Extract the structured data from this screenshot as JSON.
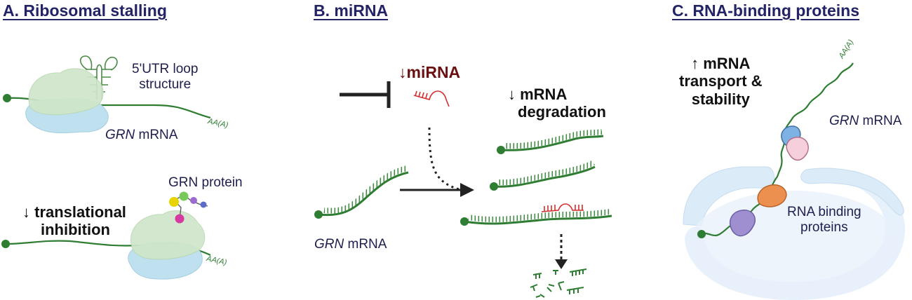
{
  "panels": {
    "a": {
      "title": "A. Ribosomal stalling",
      "loop_label_line1": "5'UTR loop",
      "loop_label_line2": "structure",
      "gene_italic": "GRN",
      "mrna_word": " mRNA",
      "tail": "AA(A)",
      "protein_label": "GRN protein",
      "inhibition_line1": "↓ translational",
      "inhibition_line2": "inhibition",
      "tail2": "AA(A)"
    },
    "b": {
      "title": "B. miRNA",
      "mirna_label": "↓miRNA",
      "degradation_line1": "↓ mRNA",
      "degradation_line2": "degradation",
      "gene_italic": "GRN",
      "mrna_word": " mRNA"
    },
    "c": {
      "title": "C. RNA-binding proteins",
      "transport_line1": "↑ mRNA",
      "transport_line2": "transport &",
      "transport_line3": "stability",
      "gene_italic": "GRN",
      "mrna_word": " mRNA",
      "tail": "AA(A)",
      "rbp_line1": "RNA binding",
      "rbp_line2": "proteins"
    }
  },
  "colors": {
    "title": "#232366",
    "mrna_green": "#2e7d32",
    "ribosome_large": "#cfe6c9",
    "ribosome_small": "#bfe0ee",
    "mirna_red": "#d32f2f",
    "nucleus_fill": "#e7f1fb"
  }
}
